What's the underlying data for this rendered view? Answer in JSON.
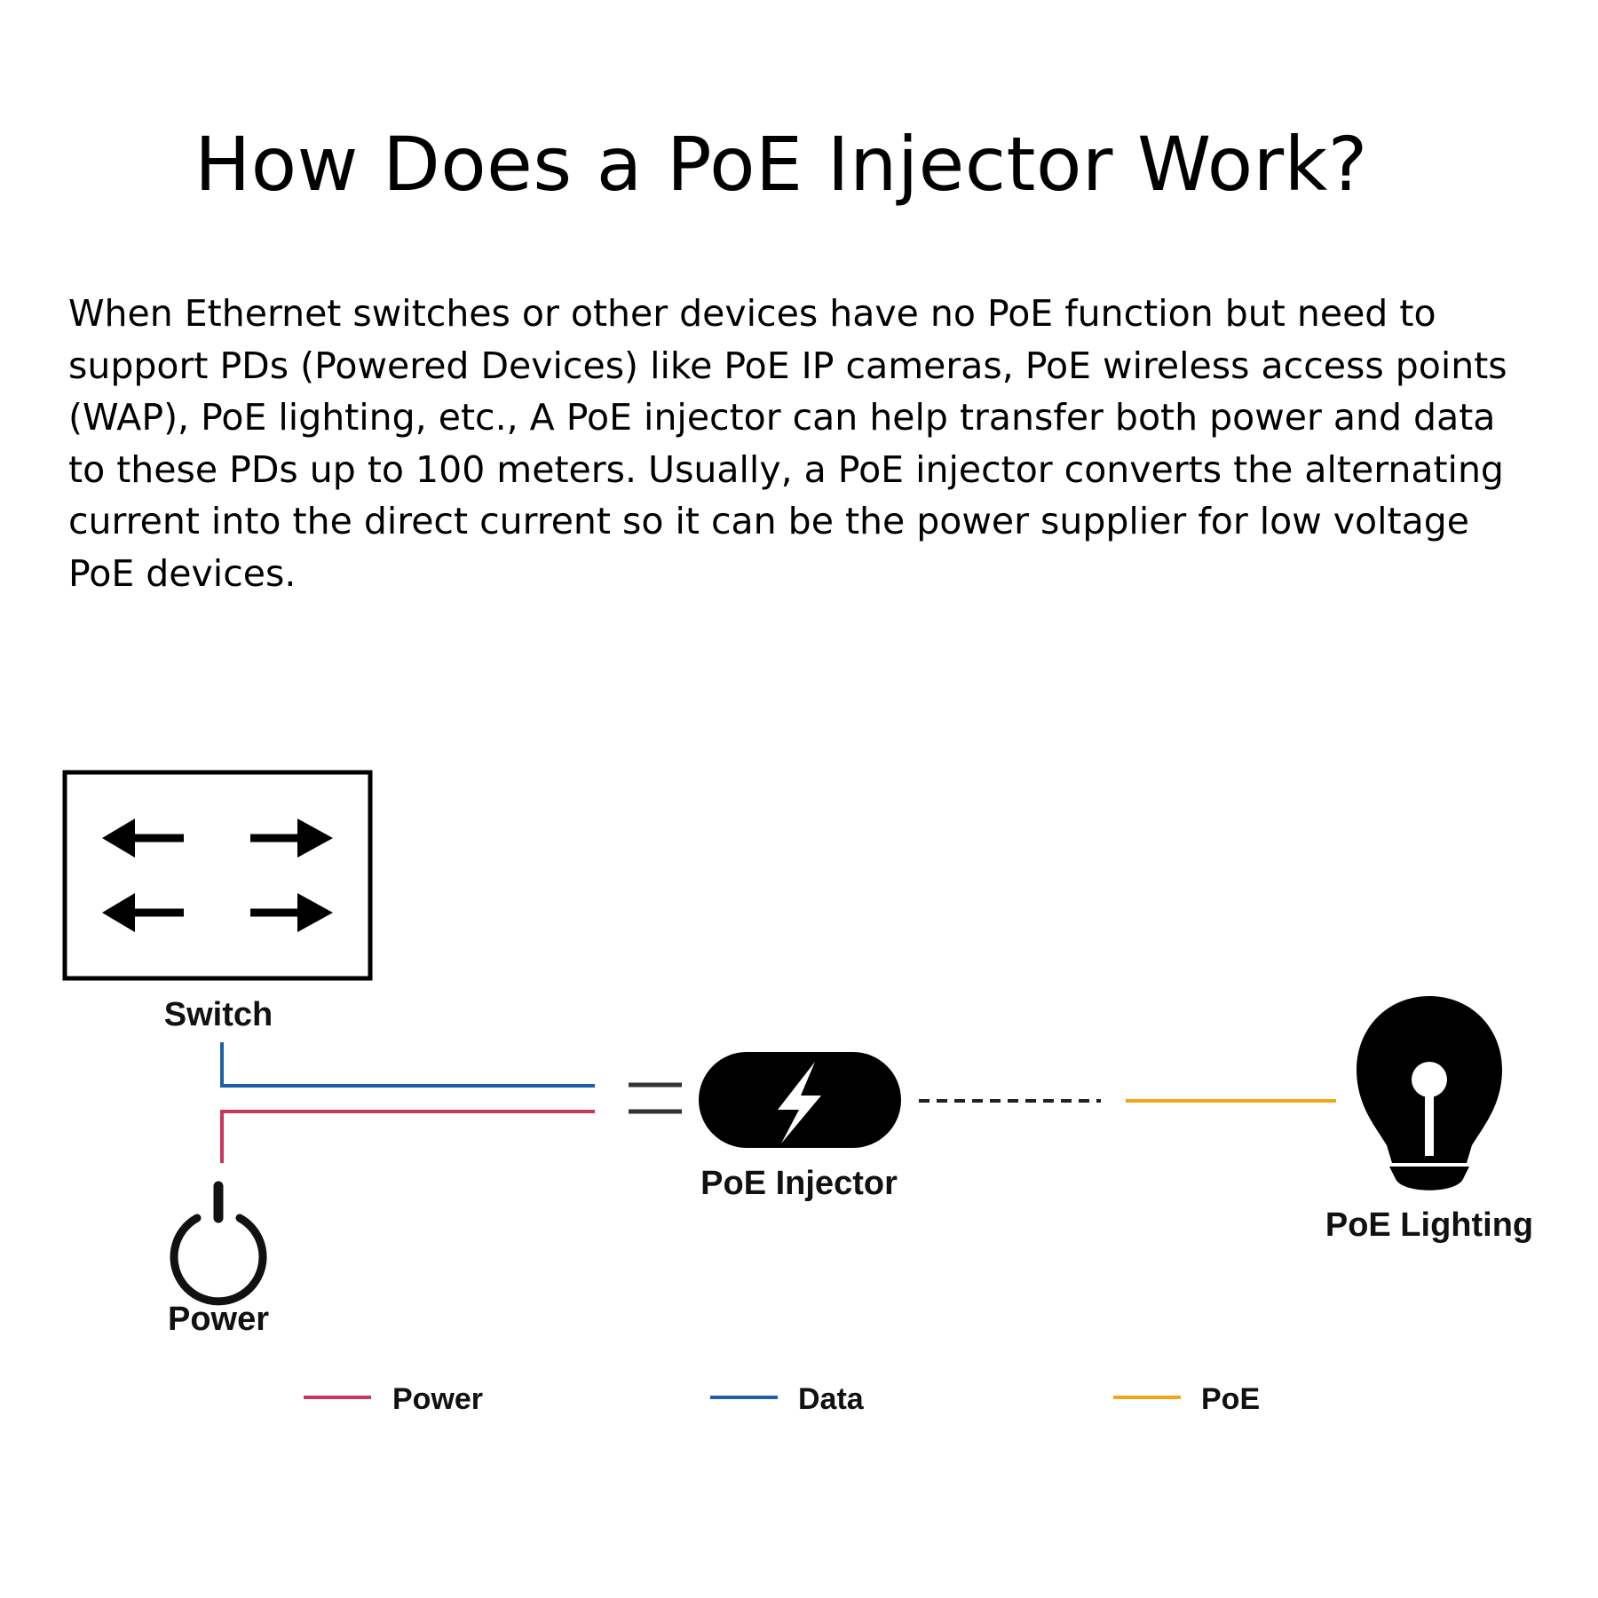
{
  "title": "How Does a PoE Injector Work?",
  "intro_lines": [
    "When Ethernet switches or other devices have no PoE function but need to",
    "support PDs (Powered Devices) like PoE IP cameras, PoE wireless access points",
    "(WAP), PoE lighting, etc., A PoE injector can help transfer both power and data",
    "to these PDs up to 100 meters. Usually, a PoE injector converts the alternating",
    "current into the direct current so it can be the power supplier for low voltage",
    "PoE devices."
  ],
  "diagram": {
    "nodes": {
      "switch": {
        "label": "Switch",
        "icon": "switch-arrows-icon"
      },
      "power": {
        "label": "Power",
        "icon": "power-icon"
      },
      "injector": {
        "label": "PoE Injector",
        "icon": "lightning-icon"
      },
      "lighting": {
        "label": "PoE Lighting",
        "icon": "light-bulb-icon"
      }
    },
    "legend": [
      {
        "label": "Power",
        "color": "#c9375e"
      },
      {
        "label": "Data",
        "color": "#1f5fa6"
      },
      {
        "label": "PoE",
        "color": "#f0a617"
      }
    ],
    "colors": {
      "power": "#c9375e",
      "data": "#1f5fa6",
      "poe": "#f0a617"
    }
  }
}
